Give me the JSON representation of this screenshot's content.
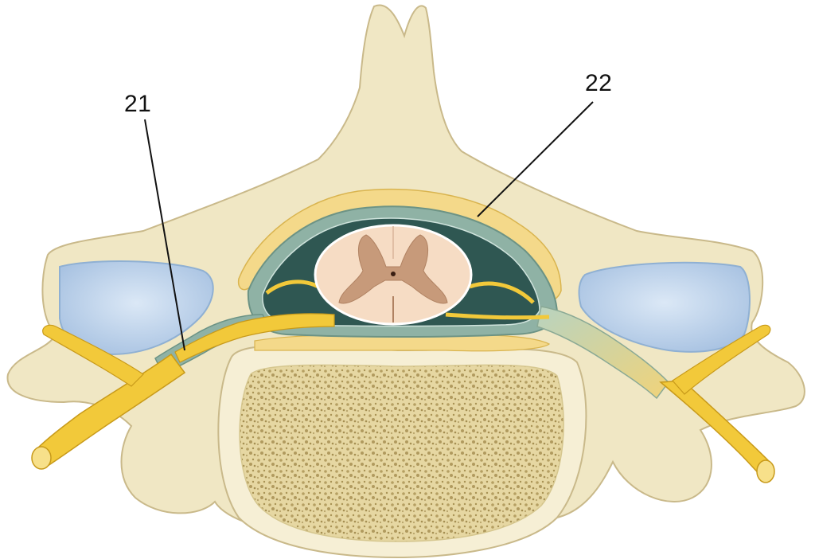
{
  "labels": [
    {
      "id": "21",
      "text": "21"
    },
    {
      "id": "22",
      "text": "22"
    }
  ],
  "colors": {
    "bone": "#f0e7c4",
    "bone_outline": "#c9b98a",
    "cancellous": "#e3d49e",
    "cancellous_pore": "#b09a5e",
    "articular_cartilage": "#b9d0ea",
    "nerve": "#f2c93a",
    "nerve_outline": "#c89a1a",
    "dura": "#8fb2a5",
    "subarachnoid": "#2f5752",
    "epidural_fat": "#f4d98a",
    "spinal_cord": "#f6dcc4",
    "gray_matter": "#c79a7a",
    "leader_line": "#111111"
  }
}
